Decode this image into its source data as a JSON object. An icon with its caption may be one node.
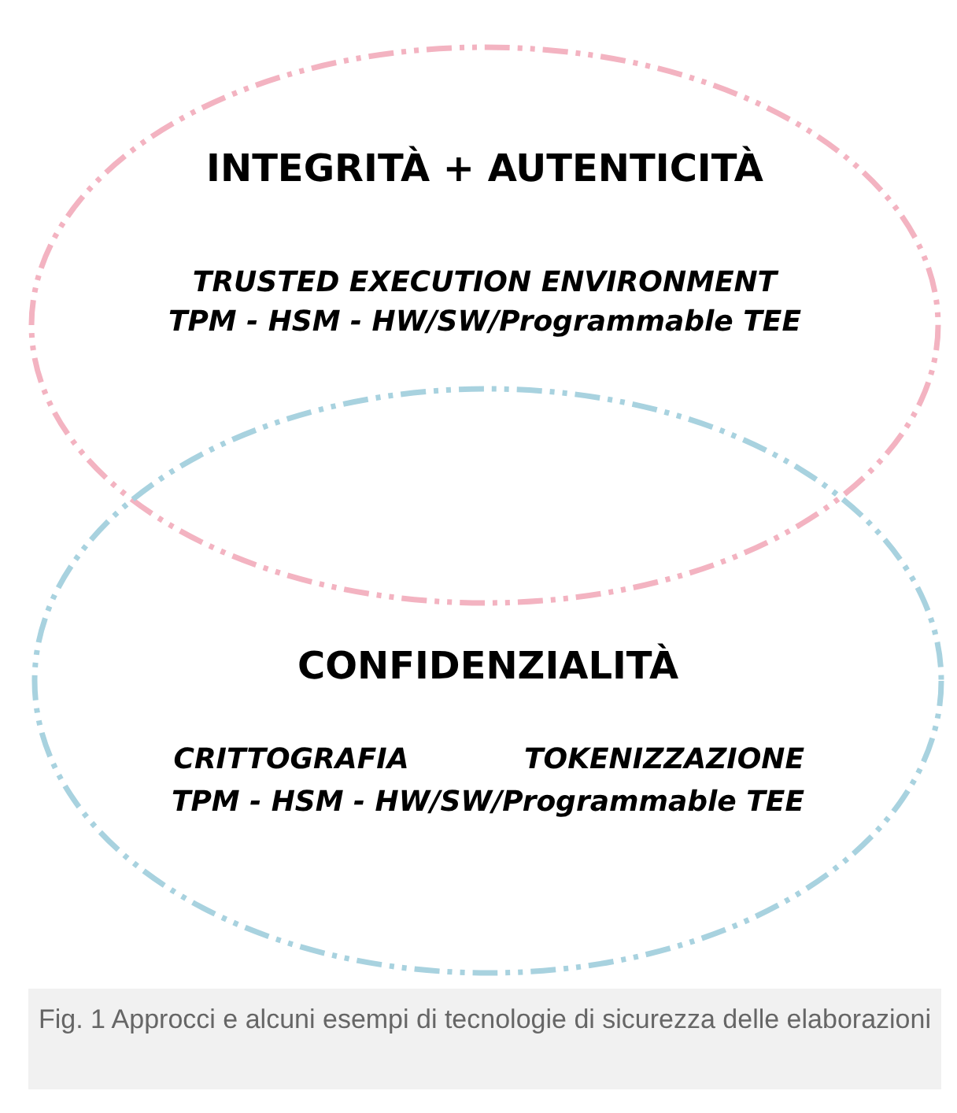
{
  "diagram": {
    "caption": "Fig. 1 Approcci e alcuni esempi di tecnologie di sicurezza delle elaborazioni",
    "nodes": [
      {
        "text": [
          "INTEGRITÀ + AUTENTICITÀ",
          "TRUSTED EXECUTION ENVIRONMENT",
          "TPM - HSM - HW/SW/Programmable TEE"
        ]
      },
      {
        "text": [
          "CONFIDENZIALITÀ",
          "CRITTOGRAFIA",
          "TOKENIZZAZIONE",
          "TPM - HSM - HW/SW/Programmable TEE"
        ]
      }
    ],
    "edges": []
  }
}
